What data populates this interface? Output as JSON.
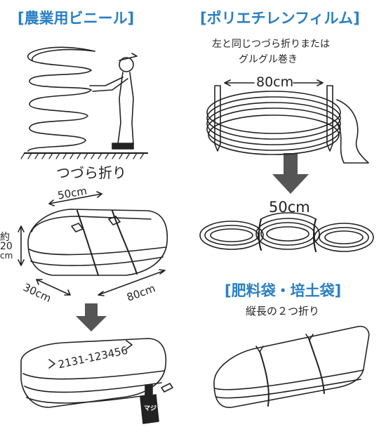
{
  "colors": {
    "heading": "#2a7fc4",
    "ink": "#222222",
    "arrow": "#555555"
  },
  "left": {
    "heading": "[農業用ビニール]",
    "fold_caption": "つづら折り",
    "dim_width": "50cm",
    "dim_height_prefix": "約",
    "dim_height_value": "20",
    "dim_height_unit": "cm",
    "dim_depth": "30cm",
    "dim_length": "80cm",
    "label_number": "2131-123456",
    "marker_label": "マジック"
  },
  "right": {
    "heading": "[ポリエチレンフィルム]",
    "instruction_line1": "左と同じつづら折りまたは",
    "instruction_line2": "グルグル巻き",
    "coil_diameter": "80cm",
    "bundle_size": "50cm",
    "heading2": "[肥料袋・培土袋]",
    "instruction2": "縦長の２つ折り"
  }
}
